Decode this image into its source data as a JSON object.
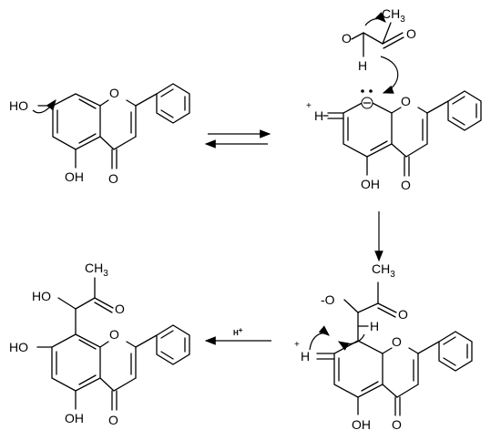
{
  "labels": {
    "ho": "HO",
    "oh": "OH",
    "o": "O",
    "h": "H",
    "ch": "CH",
    "three": "3",
    "plus": "+",
    "minus_o": "-O",
    "o_minus": "O",
    "h_plus_main": "H",
    "h_plus_sup": "+"
  },
  "colors": {
    "ink": "#000000",
    "background": "#ffffff"
  }
}
